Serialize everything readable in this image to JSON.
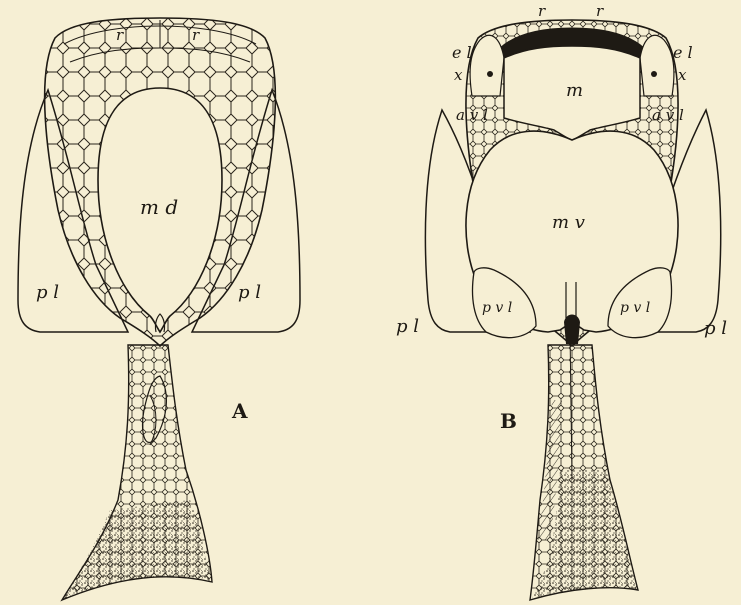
{
  "figure": {
    "panel_a": {
      "caption": "A",
      "labels": {
        "rostral_left": "r",
        "rostral_right": "r",
        "median_dorsal": "m d",
        "posterior_lateral_left": "p l",
        "posterior_lateral_right": "p l"
      }
    },
    "panel_b": {
      "caption": "B",
      "labels": {
        "rostral_left": "r",
        "rostral_right": "r",
        "ext_lateral_left": "e l",
        "ext_lateral_right": "e l",
        "x_left": "x",
        "x_right": "x",
        "mental": "m",
        "ant_ventrolateral_left": "a v l",
        "ant_ventrolateral_right": "a v l",
        "median_ventral": "m v",
        "post_ventrolateral_left": "p v l",
        "post_ventrolateral_right": "p v l",
        "posterior_lateral_left": "p l",
        "posterior_lateral_right": "p l"
      }
    },
    "colors": {
      "ink": "#1e1a14",
      "paper": "#f6efd4"
    }
  }
}
